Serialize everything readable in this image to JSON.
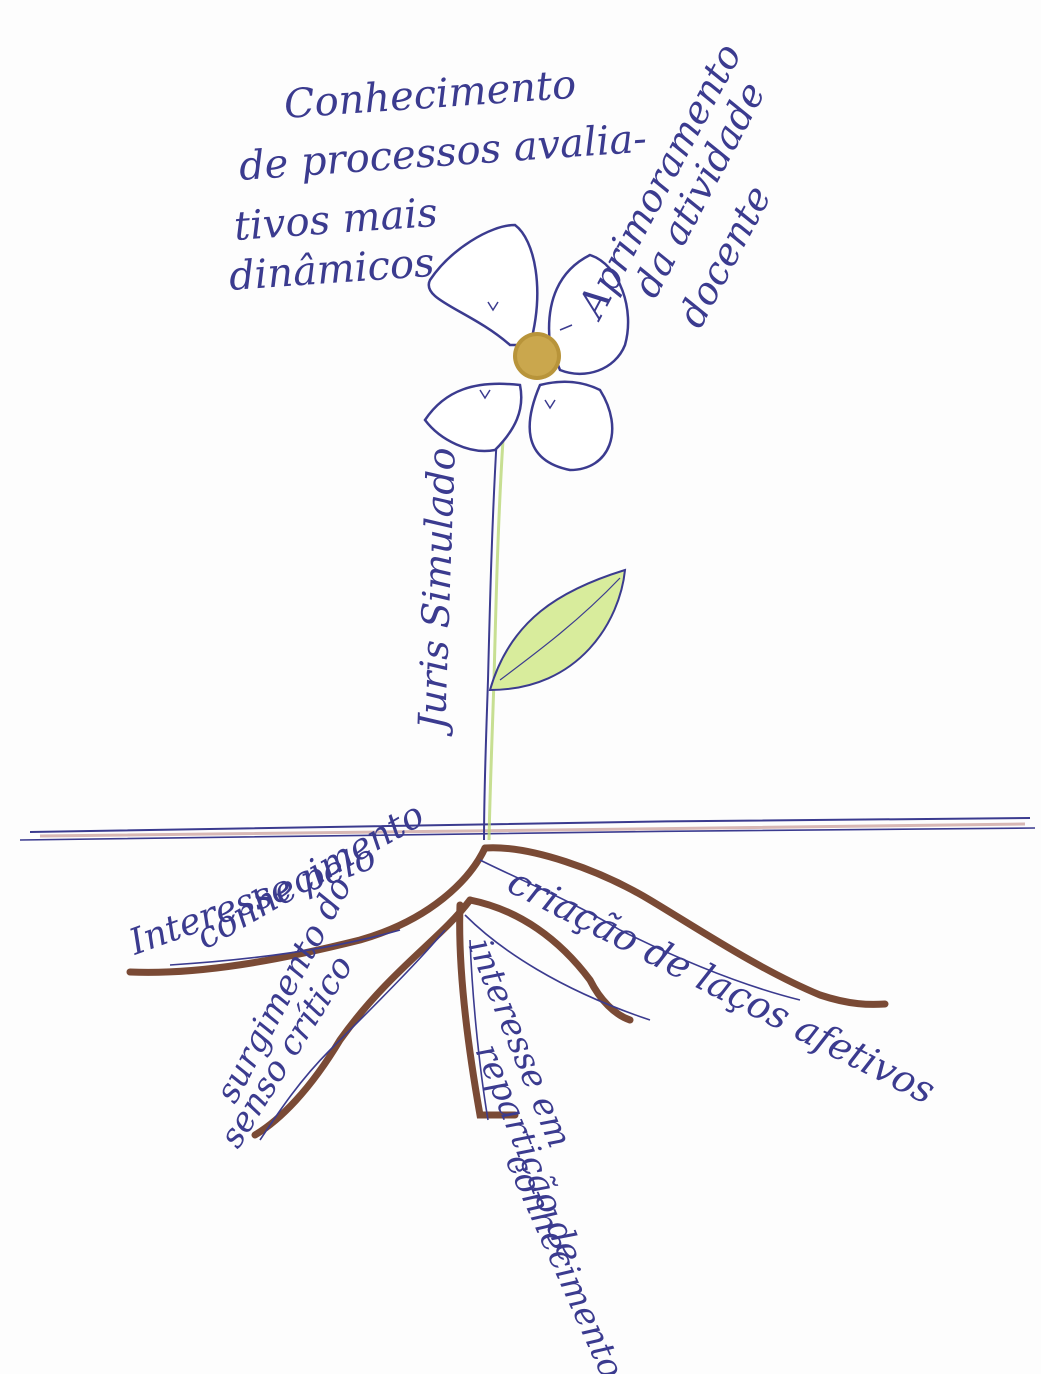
{
  "drawing": {
    "ink_color": "#3b3b8f",
    "root_color": "#7a4a35",
    "leaf_color": "#d8ec9c",
    "center_color": "#b8943a",
    "soil_line_color": "#c89a96"
  },
  "labels": {
    "top_left_line1": "Conhecimento",
    "top_left_line2": "de processos avalia-",
    "top_left_line3": "tivos mais",
    "top_left_line4": "dinâmicos",
    "top_right_line1": "Aprimoramento",
    "top_right_line2": "da atividade",
    "top_right_line3": "docente",
    "stem_text": "Juris Simulado",
    "root_1_line1": "Interesse pelo",
    "root_1_line2": "conhecimento",
    "root_2_line1": "surgimento do",
    "root_2_line2": "senso crítico",
    "root_3_line1": "interesse em",
    "root_3_line2": "repartição de",
    "root_3_line3": "conhecimento",
    "root_4": "criação de laços afetivos"
  }
}
